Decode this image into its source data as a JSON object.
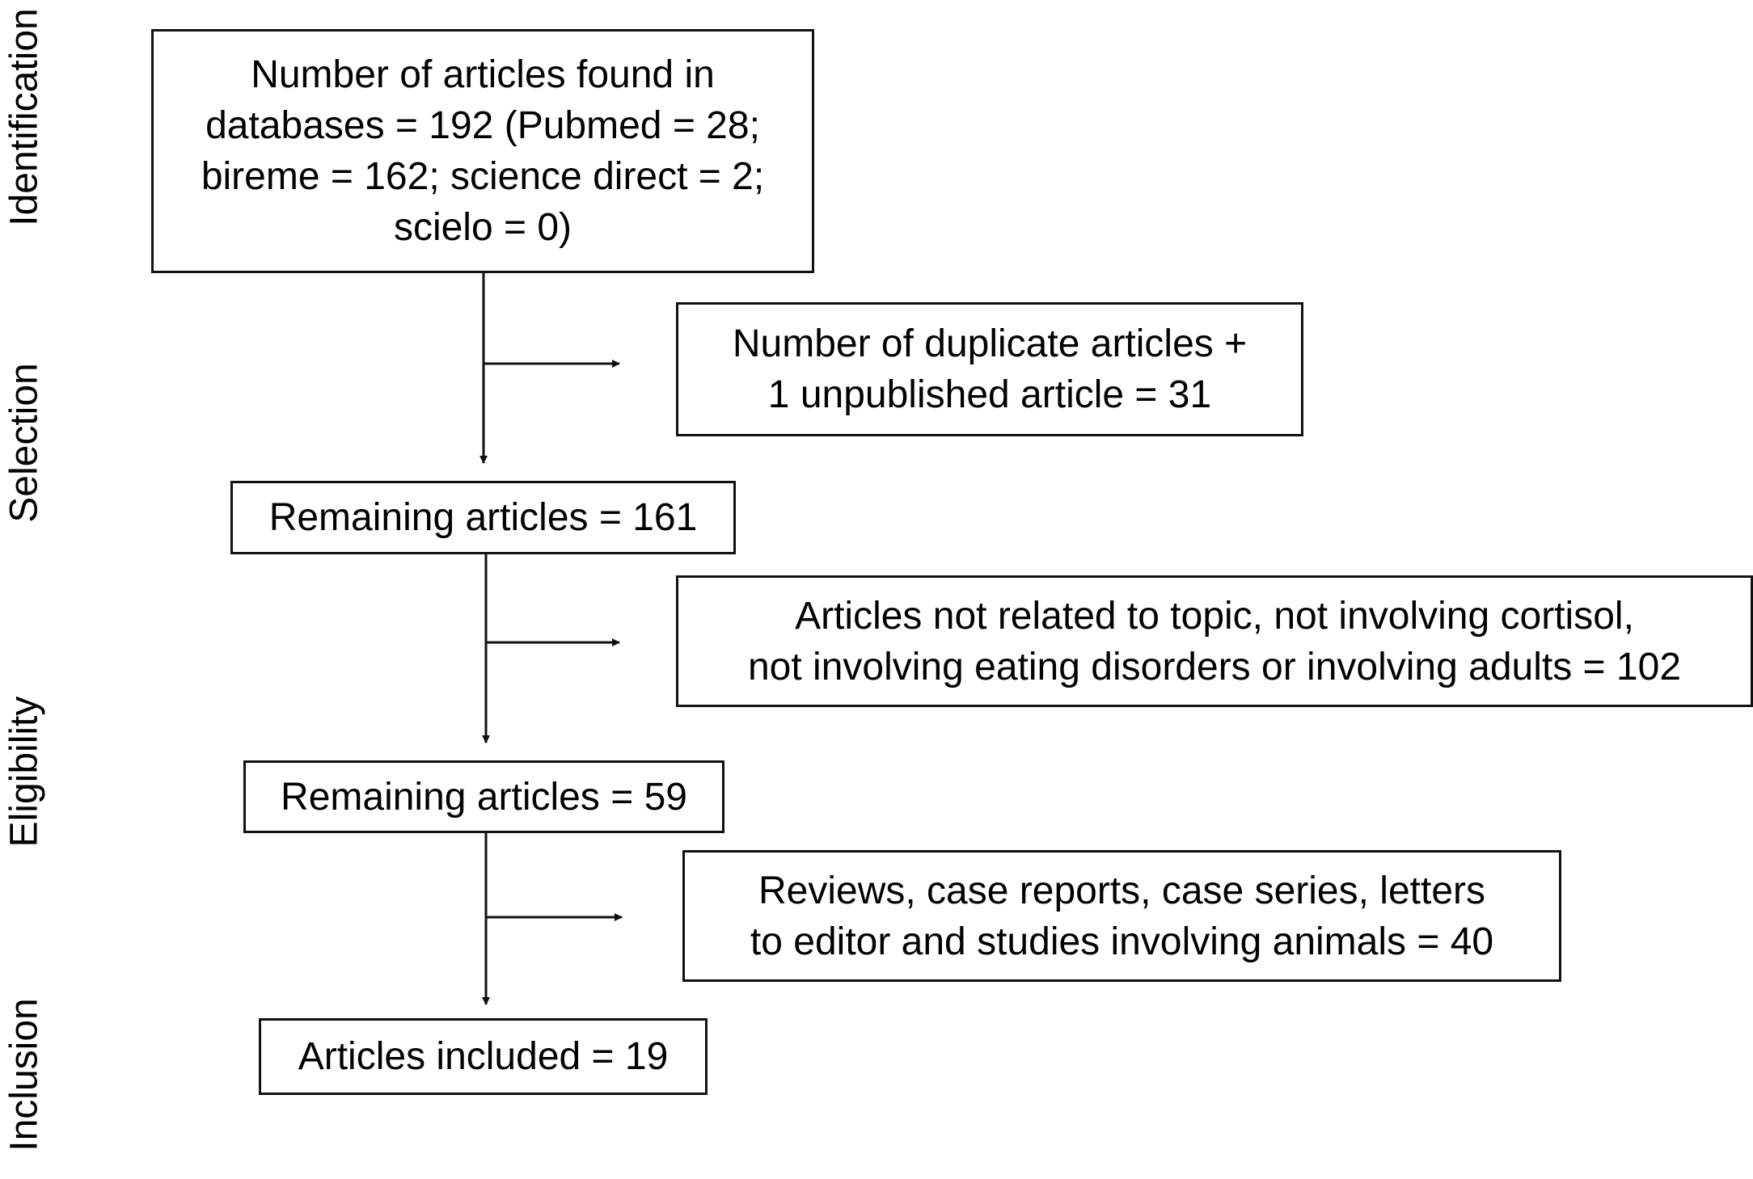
{
  "stages": {
    "identification": "Identification",
    "selection": "Selection",
    "eligibility": "Eligibility",
    "inclusion": "Inclusion"
  },
  "boxes": {
    "found": "Number of articles found in\ndatabases = 192 (Pubmed = 28;\nbireme = 162; science direct = 2;\nscielo = 0)",
    "duplicates": "Number of duplicate articles +\n1 unpublished article = 31",
    "remaining_161": "Remaining articles = 161",
    "not_related": "Articles not related to topic, not involving cortisol,\nnot involving eating disorders or involving adults = 102",
    "remaining_59": "Remaining articles = 59",
    "reviews": "Reviews, case reports, case series, letters\nto editor and studies involving animals = 40",
    "included": "Articles included = 19"
  },
  "colors": {
    "line": "#111111",
    "background": "#ffffff"
  }
}
